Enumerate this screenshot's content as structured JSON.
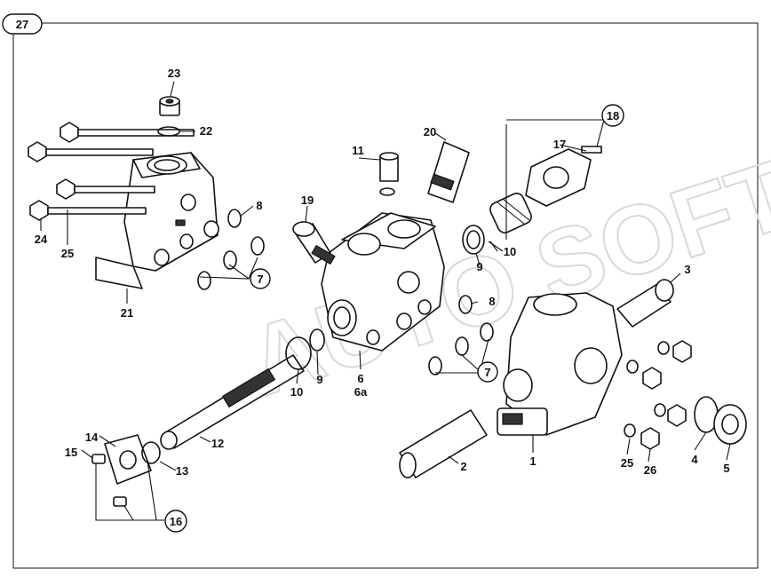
{
  "figure": {
    "number": "27",
    "watermark": "AUTO SOFT",
    "labels": [
      "1",
      "2",
      "3",
      "4",
      "5",
      "6",
      "6a",
      "7",
      "7",
      "8",
      "8",
      "9",
      "9",
      "10",
      "10",
      "11",
      "12",
      "13",
      "14",
      "15",
      "16",
      "17",
      "18",
      "19",
      "20",
      "21",
      "22",
      "23",
      "24",
      "25",
      "25",
      "26"
    ]
  }
}
